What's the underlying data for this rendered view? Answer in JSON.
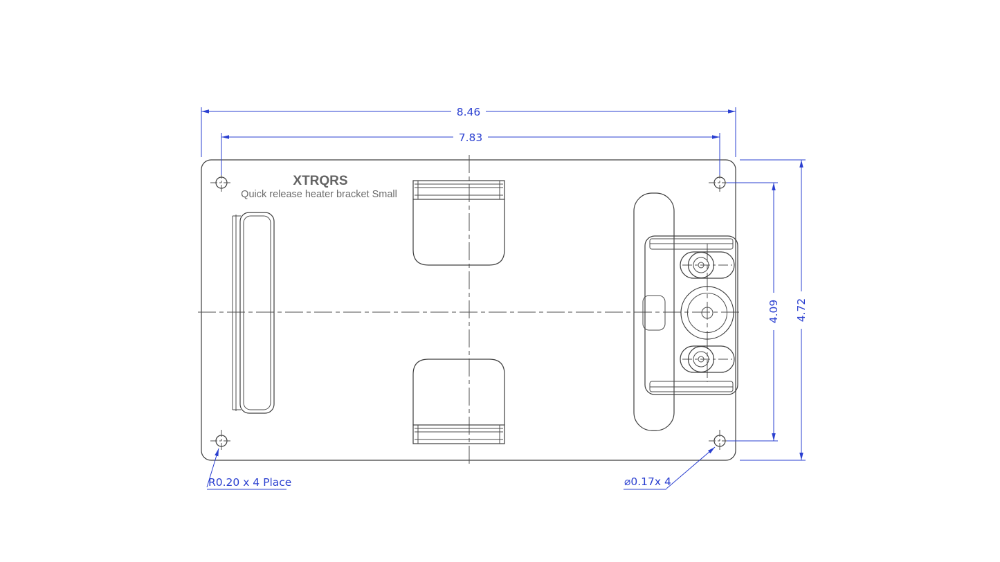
{
  "drawing": {
    "title": "XTRQRS",
    "subtitle": "Quick release heater bracket Small",
    "dimensions": {
      "overall_width": "8.46",
      "hole_span_width": "7.83",
      "overall_height": "4.72",
      "hole_span_height": "4.09"
    },
    "callouts": {
      "corner_radius": "R0.20 x 4 Place",
      "hole_diameter": "⌀0.17x 4"
    },
    "colors": {
      "dimension_blue": "#2a3fd0",
      "part_line": "#3d3d3d",
      "title_gray": "#636363"
    }
  }
}
